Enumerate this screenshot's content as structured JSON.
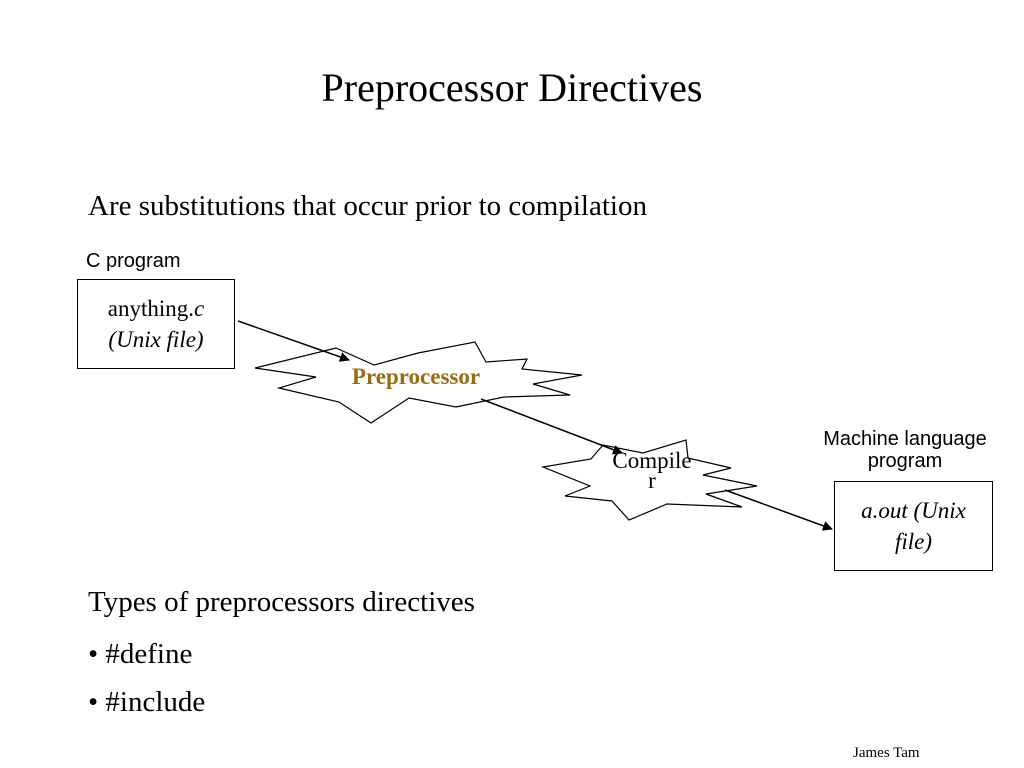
{
  "slide": {
    "title": "Preprocessor Directives",
    "subtitle": "Are substitutions that occur prior to compilation"
  },
  "diagram": {
    "input_caption": "C program",
    "input_box": {
      "name_prefix": "anything.",
      "name_extension": "c",
      "file_type": "(Unix file)"
    },
    "preprocessor": {
      "label": "Preprocessor",
      "label_color": "#9b6b14"
    },
    "compiler": {
      "label_line1": "Compile",
      "label_line2": "r"
    },
    "output_caption": {
      "line1": "Machine language",
      "line2": "program"
    },
    "output_box": {
      "line1": "a.out (Unix",
      "line2": "file)"
    }
  },
  "directives": {
    "heading": "Types of preprocessors directives",
    "items": [
      "• #define",
      "• #include"
    ]
  },
  "footer": {
    "author": "James Tam"
  }
}
